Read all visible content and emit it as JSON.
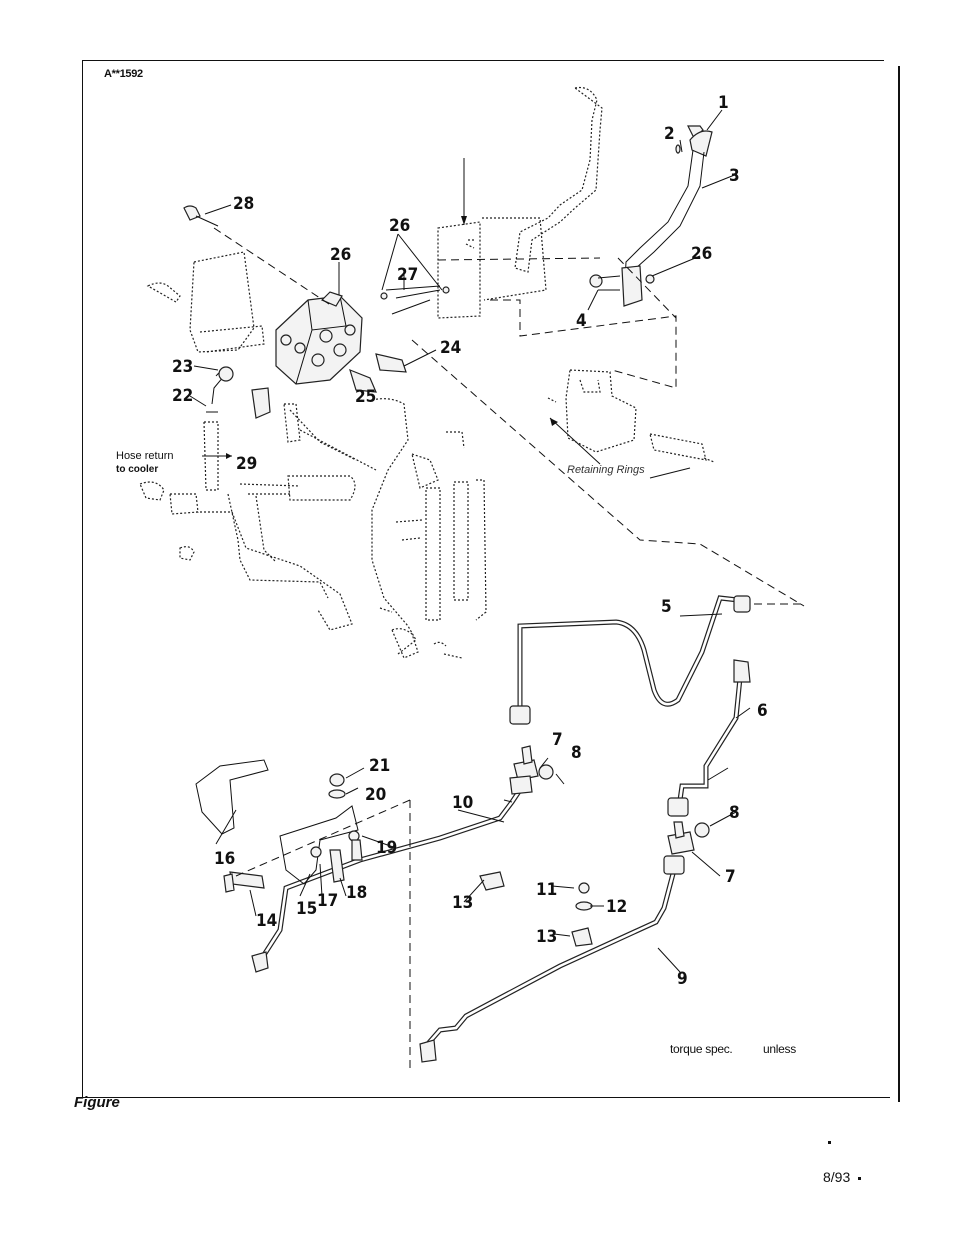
{
  "header": {
    "code": "A**1592"
  },
  "footer": {
    "figure_label": "Figure",
    "date": "8/93"
  },
  "notes": {
    "torque": "torque spec.",
    "unless": "unless"
  },
  "callouts": {
    "hose_line1": "Hose return",
    "hose_line2": "to cooler",
    "retaining": "Retaining Rings"
  },
  "part_numbers": [
    "1",
    "2",
    "3",
    "4",
    "5",
    "6",
    "7",
    "8",
    "9",
    "10",
    "11",
    "12",
    "13",
    "14",
    "15",
    "16",
    "17",
    "18",
    "19",
    "20",
    "21",
    "22",
    "23",
    "24",
    "25",
    "26",
    "27",
    "28",
    "29"
  ]
}
